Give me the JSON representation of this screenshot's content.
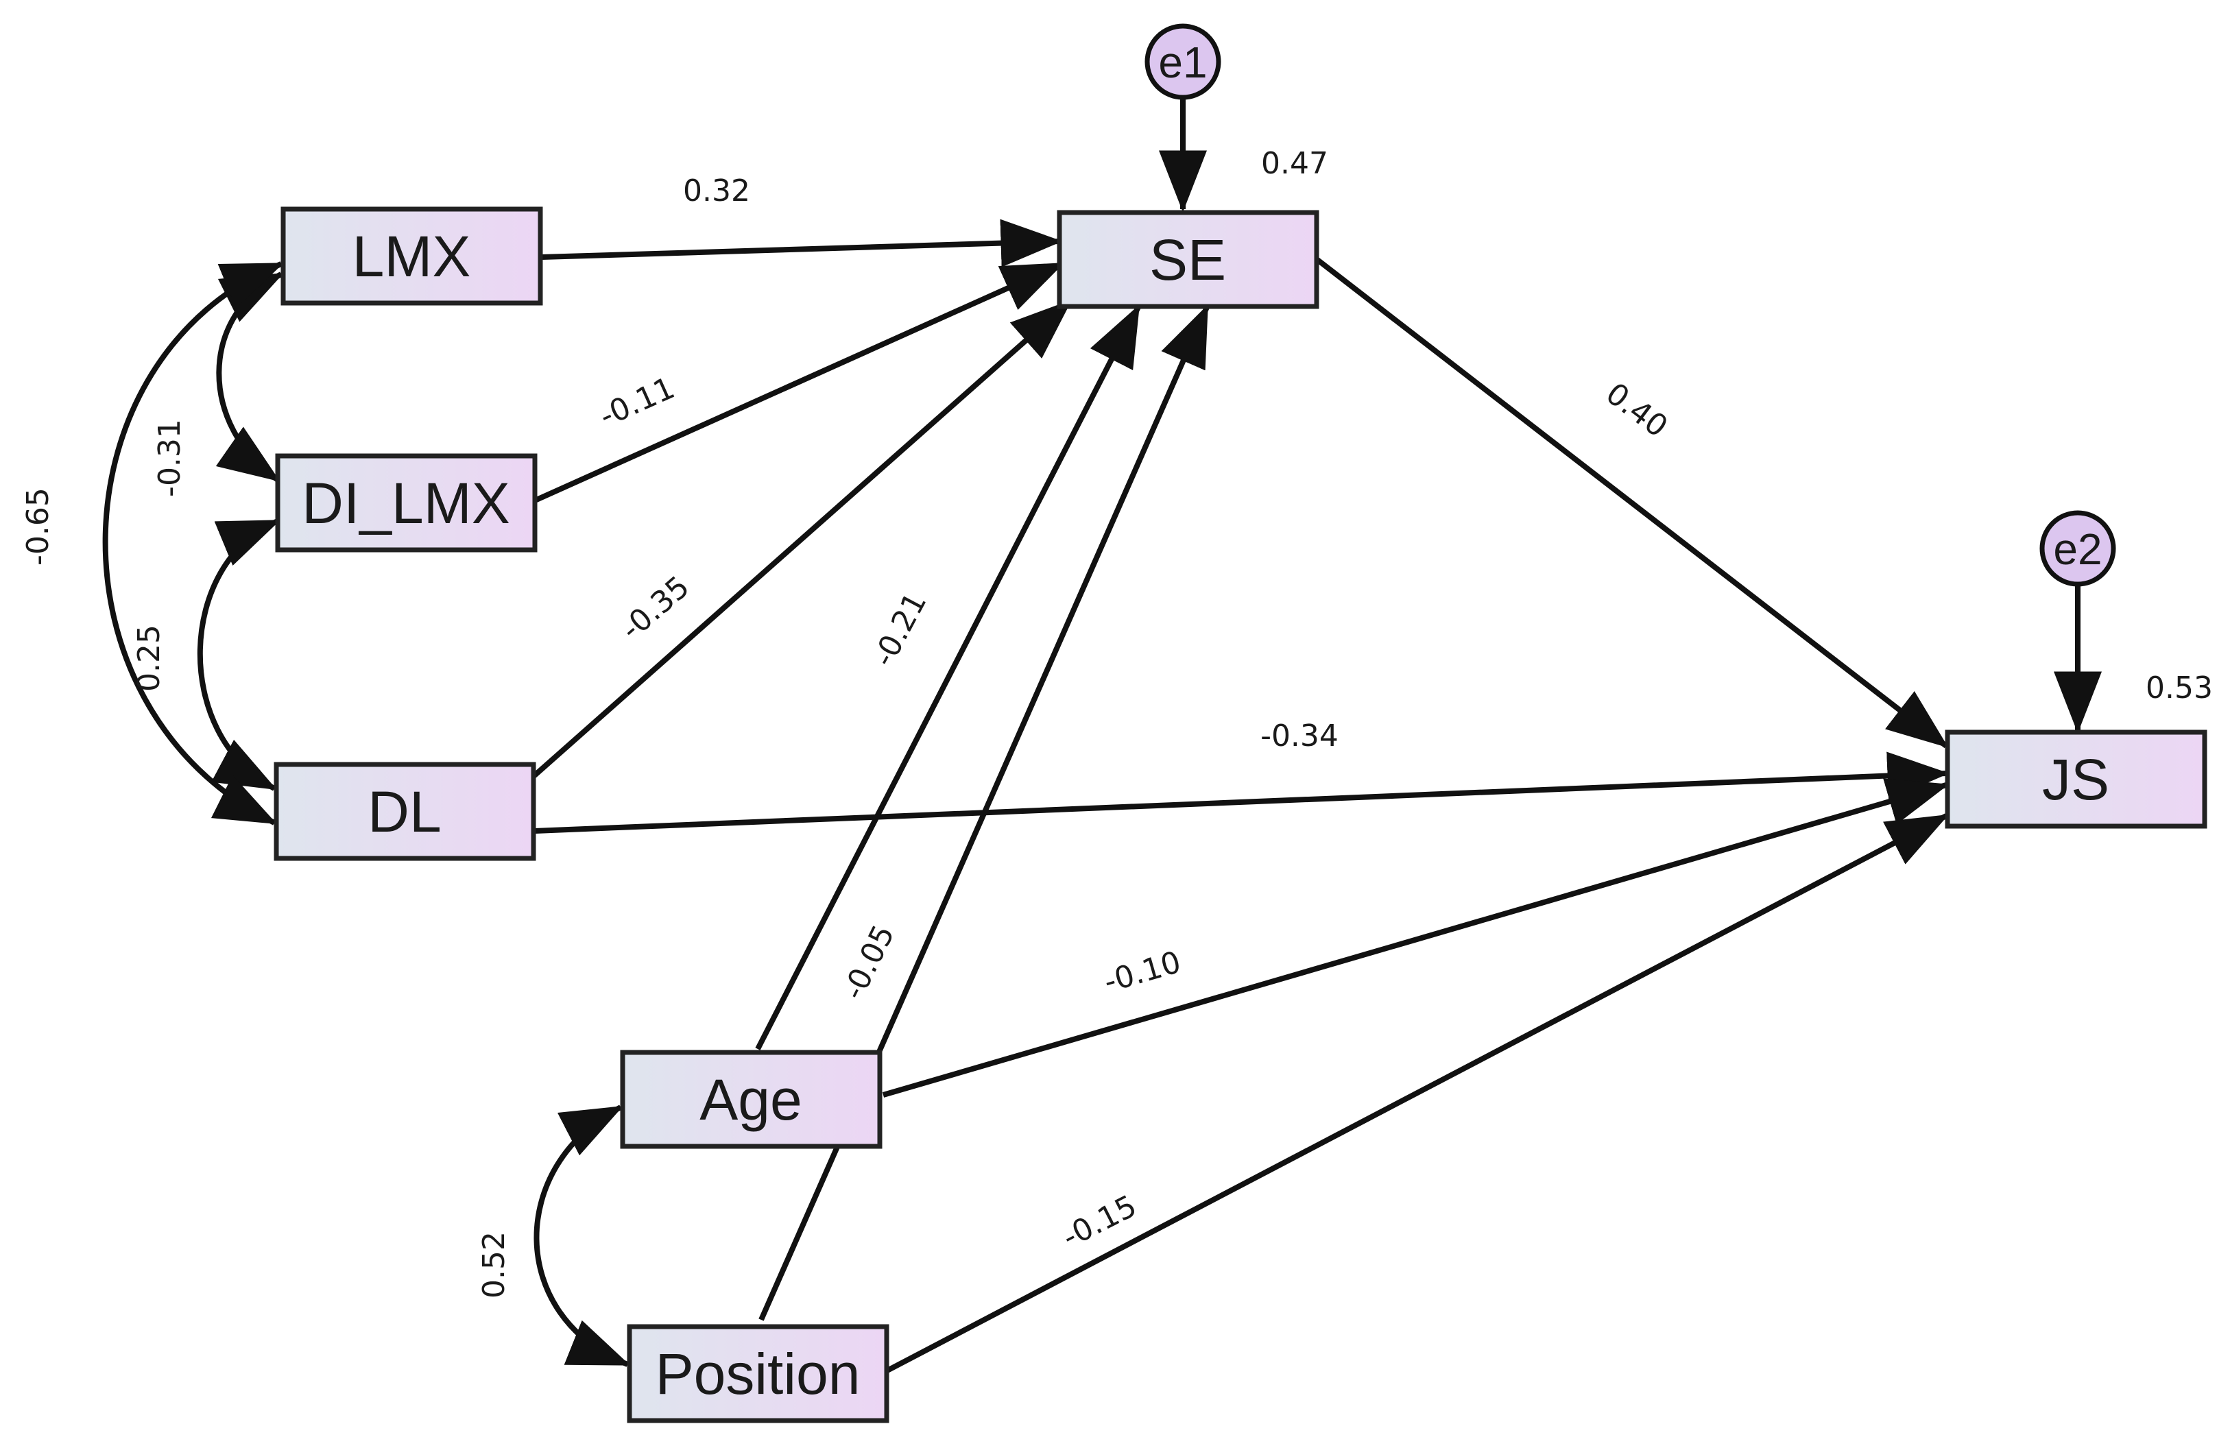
{
  "nodes": {
    "lmx": "LMX",
    "di_lmx": "DI_LMX",
    "dl": "DL",
    "se": "SE",
    "js": "JS",
    "age": "Age",
    "position": "Position",
    "e1": "e1",
    "e2": "e2"
  },
  "paths": {
    "lmx_se": "0.32",
    "dilmx_se": "-0.11",
    "dl_se": "-0.35",
    "age_se": "-0.21",
    "position_se": "-0.05",
    "se_js": "0.40",
    "dl_js": "-0.34",
    "age_js": "-0.10",
    "position_js": "-0.15"
  },
  "covariances": {
    "lmx_dilmx": "-0.31",
    "dilmx_dl": "0.25",
    "lmx_dl": "-0.65",
    "age_position": "0.52"
  },
  "r_squared": {
    "se": "0.47",
    "js": "0.53"
  },
  "colors": {
    "box_fill_left": "#dfe5ee",
    "box_fill_right": "#ecd6f4",
    "error_fill": "#dcc6ef",
    "line": "#111111"
  }
}
